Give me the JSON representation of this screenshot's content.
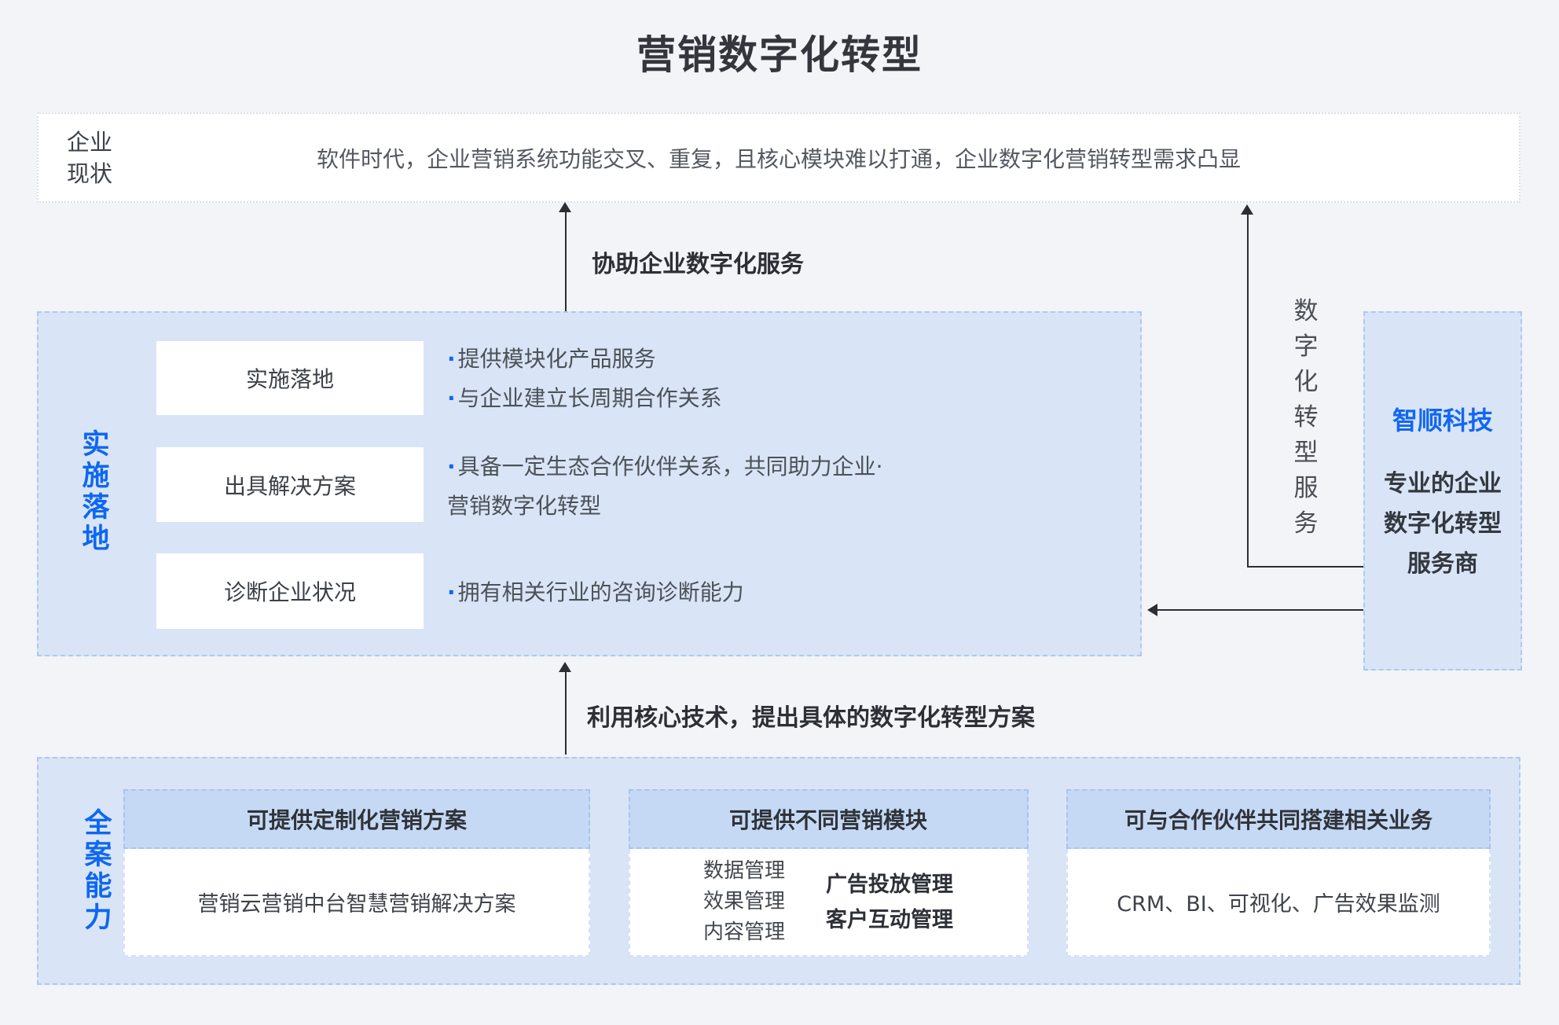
{
  "title": "营销数字化转型",
  "colors": {
    "accent_blue": "#1267f2",
    "panel_blue": "#d9e5f6",
    "card_header_blue": "#c6d9f4",
    "arrow_dark": "#2b2e34",
    "page_bg": "#f2f4f7"
  },
  "top_box": {
    "label": "企业现状",
    "text": "软件时代，企业营销系统功能交叉、重复，且核心模块难以打通，企业数字化营销转型需求凸显"
  },
  "arrow_top": {
    "label": "协助企业数字化服务"
  },
  "middle": {
    "side_label": "实施落地",
    "bullet_char": "·",
    "rows": [
      {
        "box": "实施落地",
        "lines": [
          "提供模块化产品服务",
          "与企业建立长周期合作关系"
        ]
      },
      {
        "box": "出具解决方案",
        "lines": [
          "具备一定生态合作伙伴关系，共同助力企业·",
          "营销数字化转型"
        ]
      },
      {
        "box": "诊断企业状况",
        "lines": [
          "拥有相关行业的咨询诊断能力"
        ]
      }
    ]
  },
  "right_box": {
    "title": "智顺科技",
    "subtitle_lines": [
      "专业的企业",
      "数字化转型",
      "服务商"
    ]
  },
  "right_arrow": {
    "label": "数字化转型服务"
  },
  "arrow_bottom": {
    "label": "利用核心技术，提出具体的数字化转型方案"
  },
  "bottom": {
    "side_label": "全案能力",
    "cards": [
      {
        "header": "可提供定制化营销方案",
        "body": "营销云营销中台智慧营销解决方案"
      },
      {
        "header": "可提供不同营销模块",
        "col1": [
          "数据管理",
          "效果管理",
          "内容管理"
        ],
        "col2": [
          "广告投放管理",
          "客户互动管理"
        ]
      },
      {
        "header": "可与合作伙伴共同搭建相关业务",
        "body": "CRM、BI、可视化、广告效果监测"
      }
    ]
  }
}
